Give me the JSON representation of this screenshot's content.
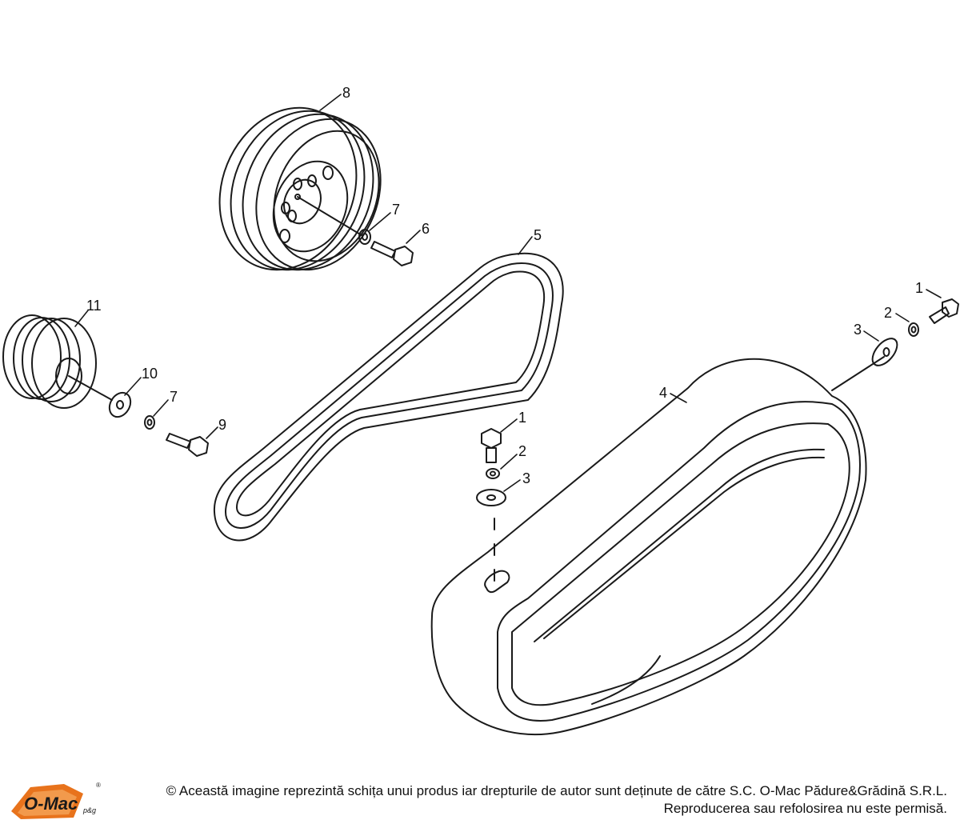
{
  "diagram": {
    "labels": {
      "pulley_large": "8",
      "washer_top": "7",
      "bolt_top": "6",
      "belt": "5",
      "pulley_small": "11",
      "washer_left_flat": "10",
      "washer_left_lock": "7",
      "bolt_left": "9",
      "belt_guard": "4",
      "bolt_right": "1",
      "lock_washer_right": "2",
      "flat_washer_right": "3",
      "bolt_center": "1",
      "lock_washer_center": "2",
      "flat_washer_center": "3"
    }
  },
  "footer": {
    "brand": "O-Mac",
    "brand_suffix": "p&g",
    "copyright_line1": "© Această imagine reprezintă schița unui produs iar drepturile de autor sunt deținute de către S.C. O-Mac Pădure&Grădină S.R.L.",
    "copyright_line2": "Reproducerea sau refolosirea nu este permisă."
  },
  "colors": {
    "line": "#1a1a1a",
    "logo_orange": "#e8731c",
    "logo_text": "#1a1a1a"
  }
}
